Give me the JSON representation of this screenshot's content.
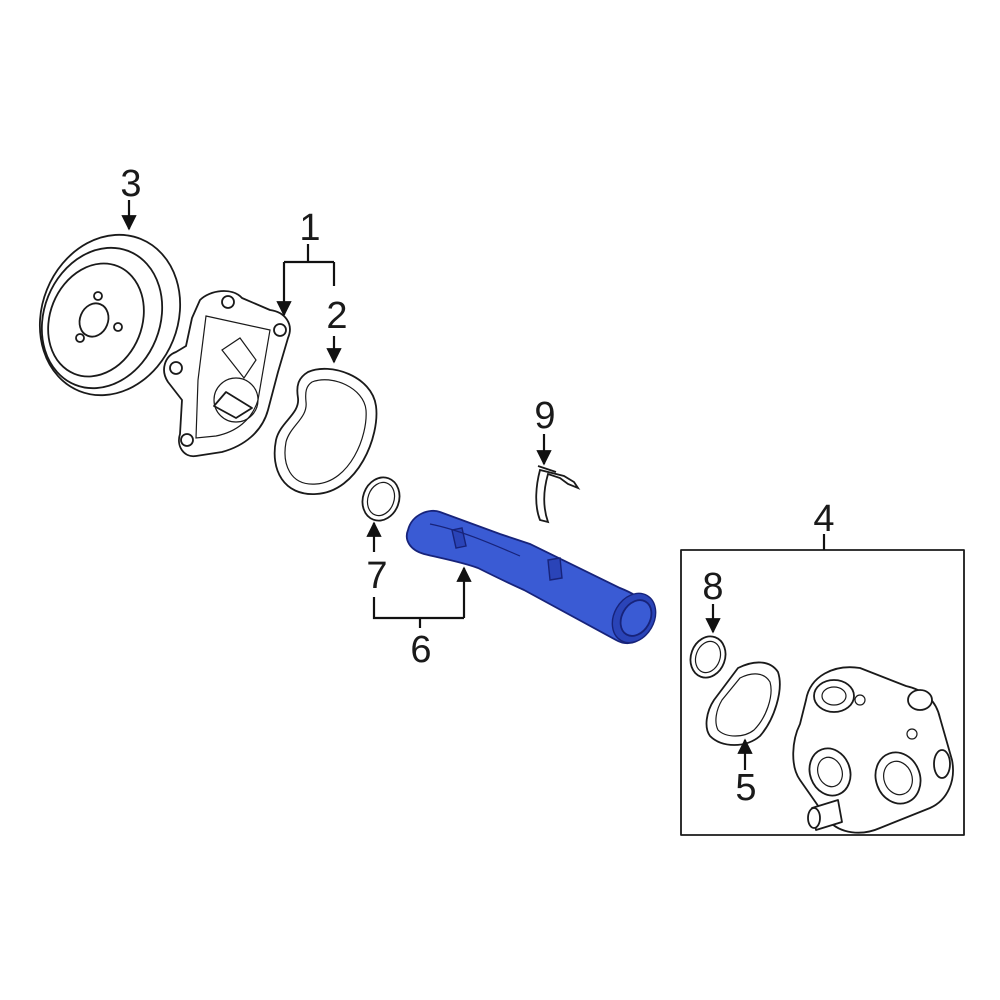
{
  "diagram": {
    "callouts": [
      {
        "id": "1",
        "label": "1"
      },
      {
        "id": "2",
        "label": "2"
      },
      {
        "id": "3",
        "label": "3"
      },
      {
        "id": "4",
        "label": "4"
      },
      {
        "id": "5",
        "label": "5"
      },
      {
        "id": "6",
        "label": "6"
      },
      {
        "id": "7",
        "label": "7"
      },
      {
        "id": "8",
        "label": "8"
      },
      {
        "id": "9",
        "label": "9"
      }
    ],
    "colors": {
      "highlight_fill": "#3a5bd4",
      "highlight_stroke": "#17237a",
      "line": "#111111",
      "background": "#ffffff"
    },
    "highlighted_part": "6",
    "icons": [
      "arrow-down-icon",
      "arrow-up-icon"
    ]
  }
}
